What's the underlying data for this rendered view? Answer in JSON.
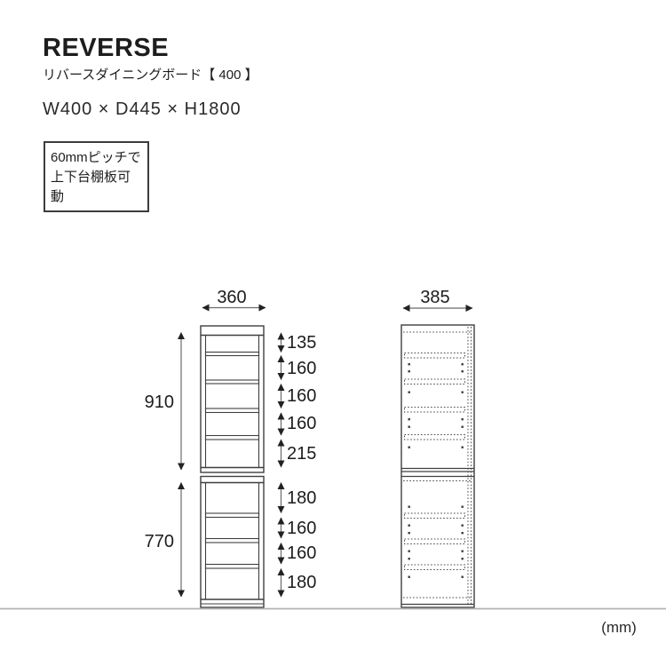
{
  "header": {
    "title": "REVERSE",
    "subtitle": "リバースダイニングボード【 400 】",
    "size_text": "W400 × D445 × H1800"
  },
  "note": {
    "line1": "60mmピッチで",
    "line2": "上下台棚板可動"
  },
  "front_view": {
    "width": "360",
    "upper_height": "910",
    "lower_height": "770",
    "upper_gaps": [
      "135",
      "160",
      "160",
      "160",
      "215"
    ],
    "lower_gaps": [
      "180",
      "160",
      "160",
      "180"
    ]
  },
  "side_view": {
    "depth": "385"
  },
  "unit_label": "(mm)",
  "colors": {
    "outline": "#3f3f3f",
    "arrow_line": "#6b6b6b",
    "arrow_head": "#222222",
    "dotted": "#4a4a4a",
    "ground": "#b3b3b3"
  }
}
